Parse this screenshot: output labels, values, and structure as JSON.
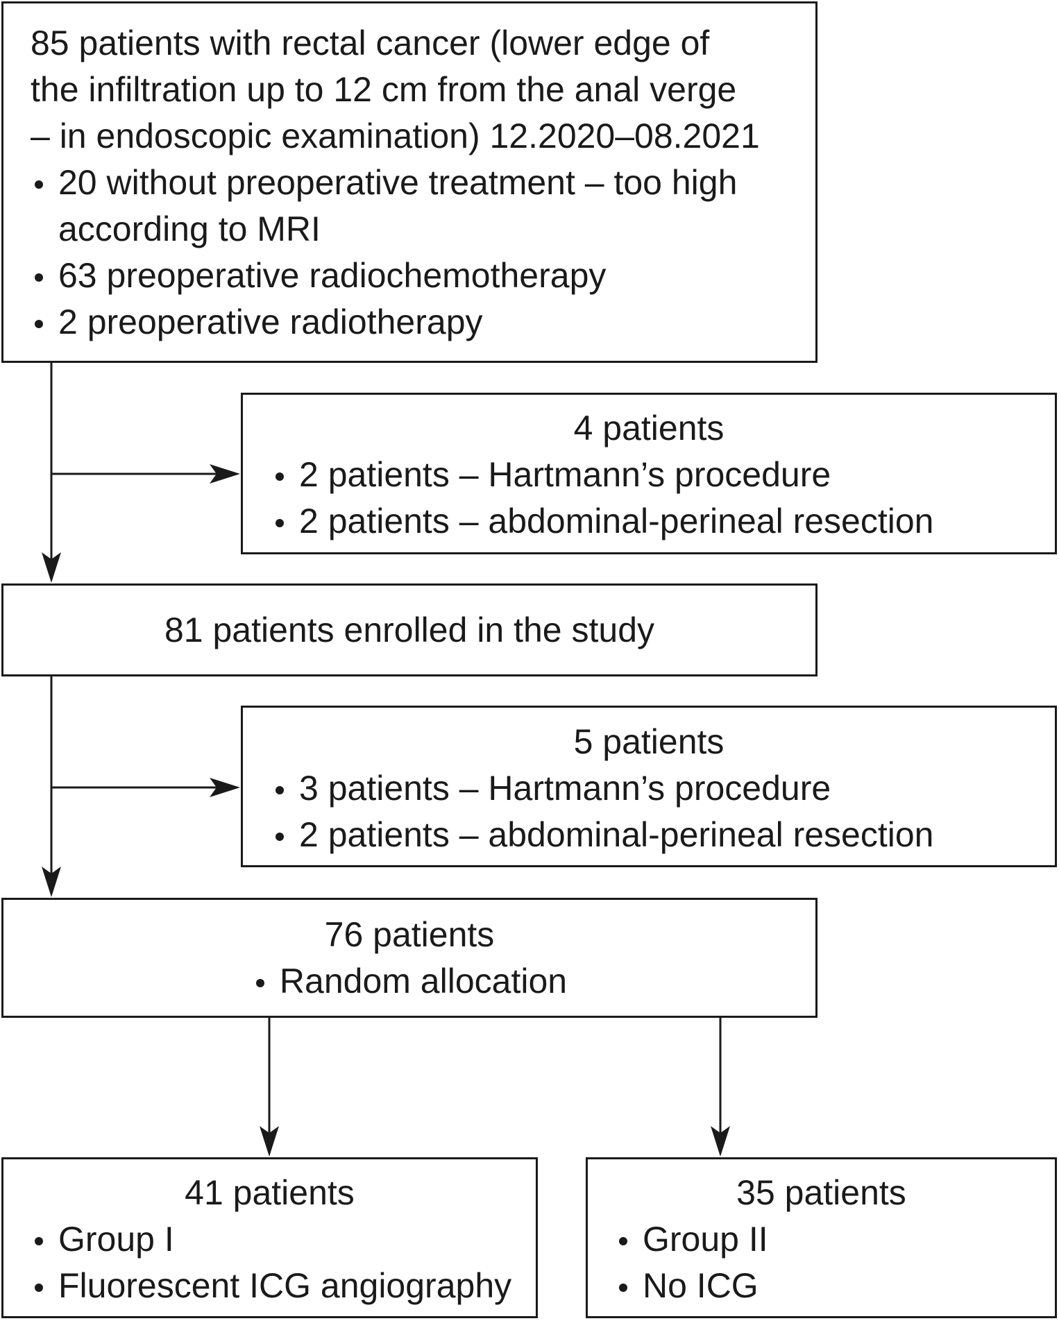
{
  "boxes": {
    "screened": {
      "lines": [
        "85 patients with rectal cancer (lower edge of",
        "the infiltration up to 12 cm from the anal verge",
        "– in endoscopic examination) 12.2020–08.2021"
      ],
      "bullets": [
        "20 without preoperative treatment – too high according to MRI",
        "63 preoperative radiochemotherapy",
        "2 preoperative radiotherapy"
      ]
    },
    "excluded_1": {
      "title": "4 patients",
      "bullets": [
        "2 patients – Hartmann’s procedure",
        "2 patients – abdominal-perineal resection"
      ]
    },
    "enrolled": {
      "title": "81 patients enrolled in the study"
    },
    "excluded_2": {
      "title": "5 patients",
      "bullets": [
        "3 patients – Hartmann’s procedure",
        "2 patients – abdominal-perineal resection"
      ]
    },
    "randomized": {
      "title": "76 patients",
      "bullets": [
        "Random allocation"
      ]
    },
    "group_1": {
      "title": "41 patients",
      "bullets": [
        "Group I",
        "Fluorescent ICG angiography"
      ]
    },
    "group_2": {
      "title": "35 patients",
      "bullets": [
        "Group II",
        "No ICG"
      ]
    }
  },
  "colors": {
    "stroke": "#1a1a1a",
    "background": "#ffffff"
  }
}
